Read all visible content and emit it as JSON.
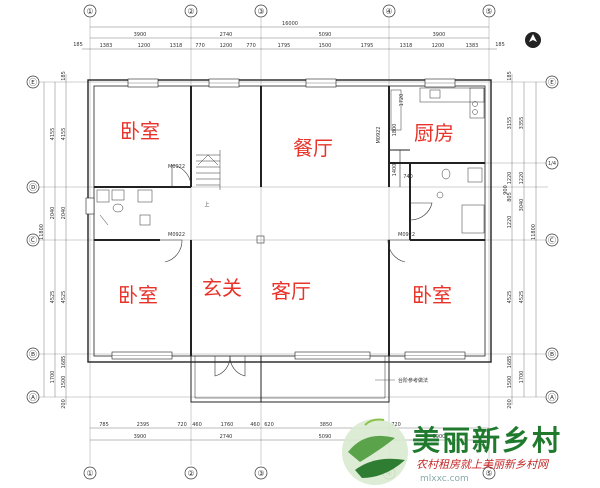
{
  "rooms": {
    "bedroom_tl": "卧室",
    "dining": "餐厅",
    "kitchen": "厨房",
    "bedroom_bl": "卧室",
    "entrance": "玄关",
    "living": "客厅",
    "bedroom_br": "卧室",
    "stair_up": "上"
  },
  "axes_v": [
    "①",
    "②",
    "③",
    "④",
    "⑤"
  ],
  "axes_h": [
    "Ⓔ",
    "Ⓓ",
    "Ⓒ",
    "Ⓑ",
    "Ⓐ"
  ],
  "axis_half": "1/4",
  "doors": {
    "m1": "M0922",
    "m2": "M0922",
    "m3": "M0922",
    "m4": "M0922"
  },
  "dims_top": {
    "total": "16000",
    "row2": [
      "3900",
      "2740",
      "5090",
      "3900"
    ],
    "row3": [
      "1383",
      "1200",
      "1318",
      "770",
      "1200",
      "770",
      "1795",
      "1500",
      "1795",
      "1318",
      "1200",
      "1383"
    ],
    "left": "185",
    "right": "185"
  },
  "dims_bottom": {
    "row1": [
      "785",
      "2395",
      "720",
      "460",
      "1760",
      "460",
      "620",
      "3850",
      "720"
    ],
    "row2": [
      "3900",
      "2740",
      "5090",
      "3900"
    ]
  },
  "dims_left": {
    "total": "11800",
    "mid": [
      "4155",
      "2040",
      "4525",
      "1700"
    ],
    "inner": [
      "185",
      "4155",
      "2040",
      "4525",
      "1685",
      "1500",
      "200"
    ]
  },
  "dims_right": {
    "total": "11800",
    "mid": [
      "3355",
      "1220",
      "3040",
      "4525",
      "1700"
    ],
    "inner": [
      "185",
      "3155",
      "1220",
      "805",
      "1220",
      "4525",
      "1685",
      "1500",
      "200"
    ]
  },
  "kitchen_dims": [
    "1800",
    "1720",
    "740",
    "1400",
    "900"
  ],
  "annotation": "台阶参考做法",
  "watermark": {
    "title": "美丽新乡村",
    "subtitle": "农村租房就上美丽新乡村网",
    "url": "mlxxc.com"
  }
}
